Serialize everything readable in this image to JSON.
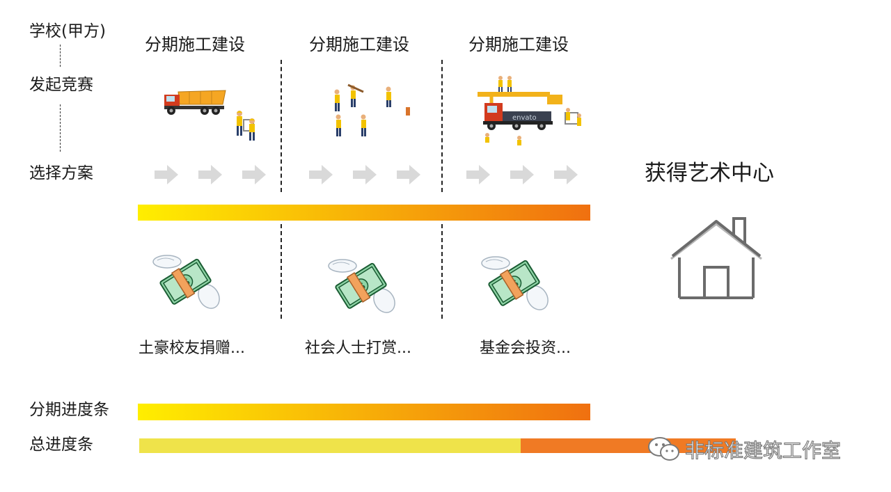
{
  "labels": {
    "client": "学校(甲方)",
    "launch": "发起竞赛",
    "choose": "选择方案",
    "phase_progress": "分期进度条",
    "total_progress": "总进度条"
  },
  "phases": [
    {
      "title": "分期施工建设",
      "funding": "土豪校友捐赠..."
    },
    {
      "title": "分期施工建设",
      "funding": "社会人士打赏..."
    },
    {
      "title": "分期施工建设",
      "funding": "基金会投资..."
    }
  ],
  "goal": {
    "title": "获得艺术中心",
    "icon": "house-icon"
  },
  "icons": [
    "dump-truck-icon",
    "worker-icon",
    "crane-truck-icon",
    "flying-money-icon",
    "arrow-right-icon",
    "wechat-icon"
  ],
  "colors": {
    "bar_start": "#ffee00",
    "bar_end": "#f07010",
    "total_done": "#efe34a",
    "total_rest": "#f07a24",
    "arrow": "#d9d9d9",
    "house": "#6b6b6b"
  },
  "progress": {
    "total_done_fraction": 0.64
  },
  "watermark": "非标准建筑工作室"
}
